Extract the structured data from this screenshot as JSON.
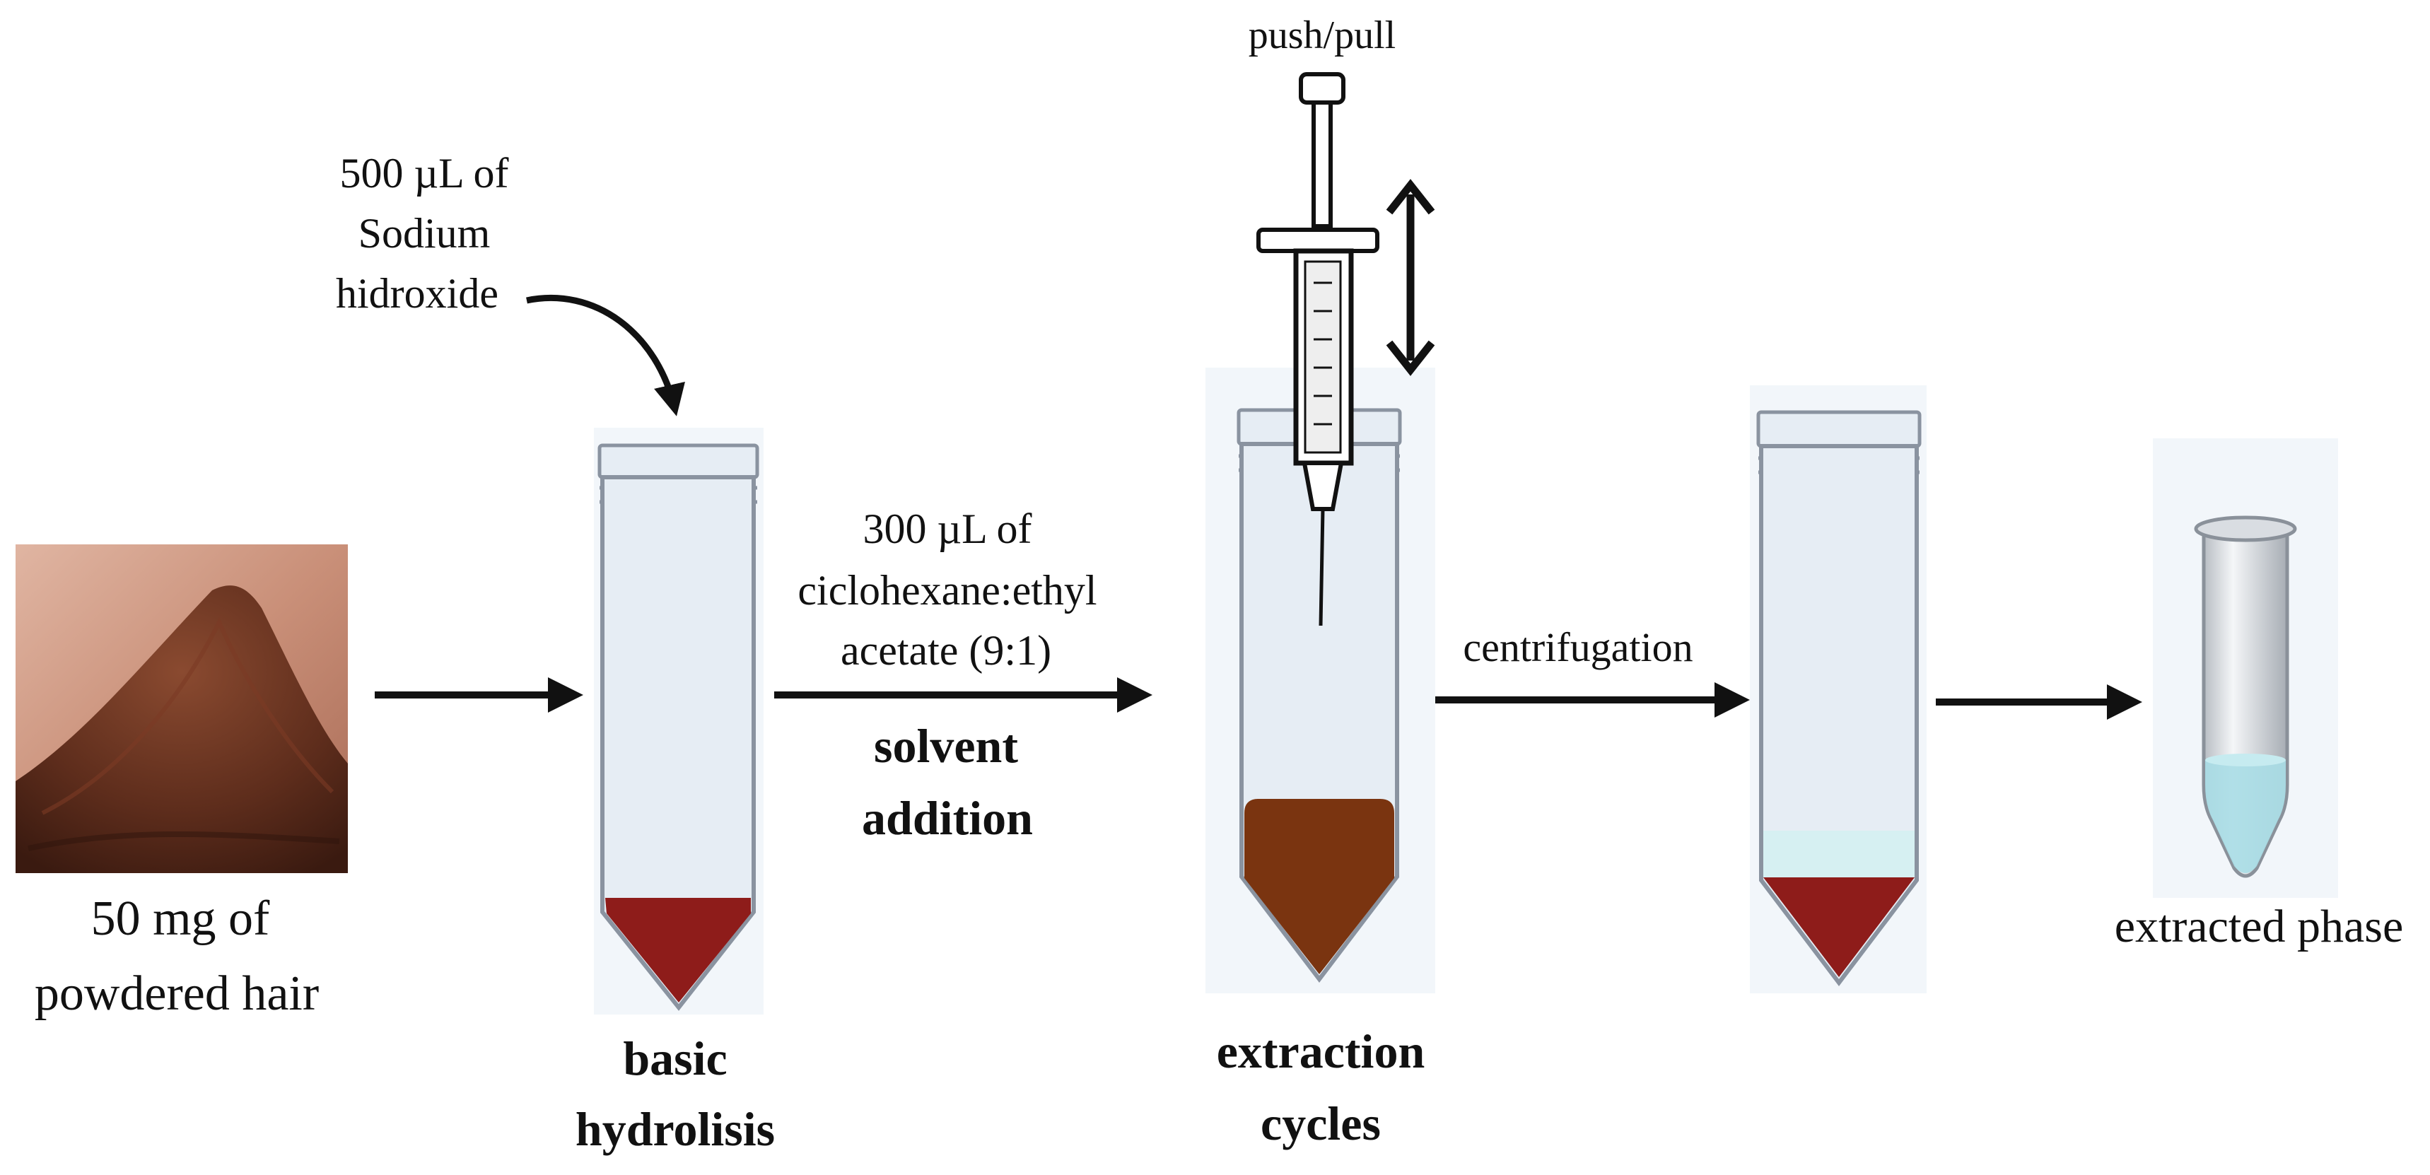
{
  "labels": {
    "sample_line1": "50 mg of",
    "sample_line2": "powdered hair",
    "naoh_line1": "500 µL of",
    "naoh_line2": "Sodium",
    "naoh_line3": "hidroxide",
    "hydrolysis_line1": "basic",
    "hydrolysis_line2": "hydrolisis",
    "solvent_line1": "300 µL of",
    "solvent_line2": "ciclohexane:ethyl",
    "solvent_line3": "acetate (9:1)",
    "solvent_step_line1": "solvent",
    "solvent_step_line2": "addition",
    "push_pull": "push/pull",
    "extraction_line1": "extraction",
    "extraction_line2": "cycles",
    "centrifugation": "centrifugation",
    "extracted_phase": "extracted phase"
  },
  "colors": {
    "hair_powder": "#6b3422",
    "hair_background": "#c98f78",
    "tube_fill": "#e6edf4",
    "tube_outline": "#8a93a0",
    "red_pellet": "#8e1c1a",
    "brown_mixture": "#7a3410",
    "aqueous_layer": "#d6f0f2",
    "extract_liquid": "#a9dde6",
    "arrow": "#111111"
  },
  "icons": [
    "powder-pile-image",
    "conical-tube-icon",
    "syringe-icon",
    "double-arrow-icon",
    "microtube-icon"
  ]
}
